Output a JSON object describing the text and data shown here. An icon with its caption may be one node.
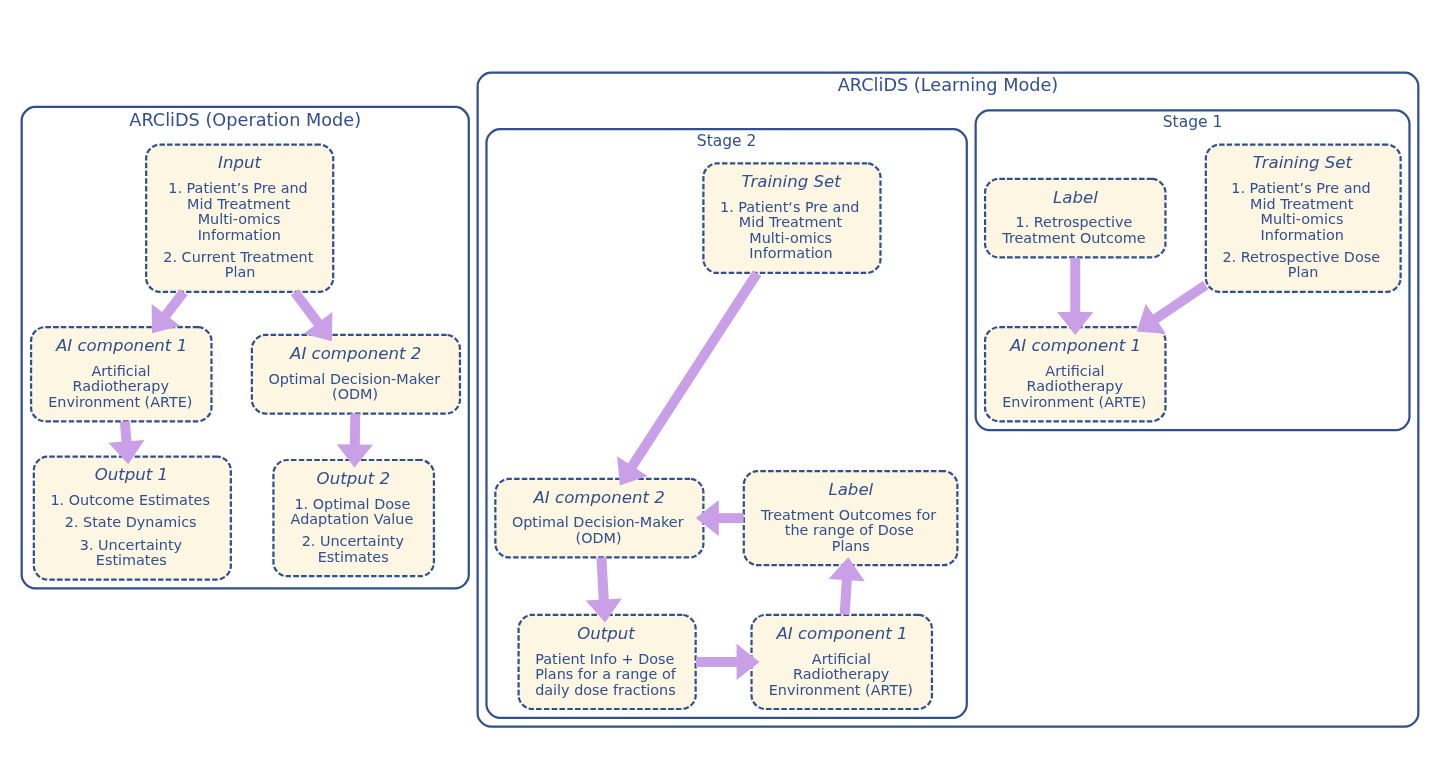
{
  "diagram": {
    "nodes": [
      {
        "text": [
          "ARCliDS (Operation Mode)"
        ]
      },
      {
        "text": [
          "Input",
          "1. Patient’s Pre and Mid Treatment Multi-omics Information",
          "2. Current Treatment Plan"
        ],
        "in": 0
      },
      {
        "text": [
          "AI component 1",
          "Artificial Radiotherapy Environment (ARTE)"
        ],
        "in": 0
      },
      {
        "text": [
          "AI component 2",
          "Optimal Decision-Maker (ODM)"
        ],
        "in": 0
      },
      {
        "text": [
          "Output 1",
          "1. Outcome Estimates",
          "2. State Dynamics",
          "3. Uncertainty Estimates"
        ],
        "in": 0
      },
      {
        "text": [
          "Output 2",
          "1. Optimal Dose Adaptation Value",
          "2. Uncertainty Estimates"
        ],
        "in": 0
      },
      {
        "text": [
          "ARCliDS (Learning Mode)"
        ]
      },
      {
        "text": [
          "Stage 1"
        ],
        "in": 6
      },
      {
        "text": [
          "Training Set",
          "1. Patient’s Pre and Mid Treatment Multi-omics Information",
          "2. Retrospective Dose Plan"
        ],
        "in": 7
      },
      {
        "text": [
          "AI component 1",
          "Artificial Radiotherapy Environment (ARTE)"
        ],
        "in": 7
      },
      {
        "text": [
          "Label",
          "1. Retrospective Treatment Outcome"
        ],
        "in": 7
      },
      {
        "text": [
          "Stage 2"
        ],
        "in": 6
      },
      {
        "text": [
          "Training Set",
          "1. Patient‘s Pre and Mid Treatment Multi-omics Information"
        ],
        "in": 11
      },
      {
        "text": [
          "Label",
          "Treatment Outcomes for the range of Dose Plans"
        ],
        "in": 11
      },
      {
        "text": [
          "AI component 2",
          "Optimal Decision-Maker (ODM)"
        ],
        "in": 11
      },
      {
        "text": [
          "AI component 1",
          "Artificial Radiotherapy Environment (ARTE)"
        ],
        "in": 11
      },
      {
        "text": [
          "Output",
          "Patient Info + Dose Plans for a range of daily dose fractions"
        ],
        "in": 11
      }
    ],
    "edges": [
      {
        "from": 1,
        "to": 2,
        "arrow": "to"
      },
      {
        "from": 1,
        "to": 3,
        "arrow": "to"
      },
      {
        "from": 2,
        "to": 4,
        "arrow": "to"
      },
      {
        "from": 3,
        "to": 5,
        "arrow": "to"
      },
      {
        "from": 8,
        "to": 9,
        "arrow": "to"
      },
      {
        "from": 10,
        "to": 9,
        "arrow": "to"
      },
      {
        "from": 12,
        "to": 14,
        "arrow": "to"
      },
      {
        "from": 13,
        "to": 14,
        "arrow": "to"
      },
      {
        "from": 14,
        "to": 16,
        "arrow": "to"
      },
      {
        "from": 16,
        "to": 15,
        "arrow": "to"
      },
      {
        "from": 15,
        "to": 13,
        "arrow": "to"
      }
    ]
  }
}
